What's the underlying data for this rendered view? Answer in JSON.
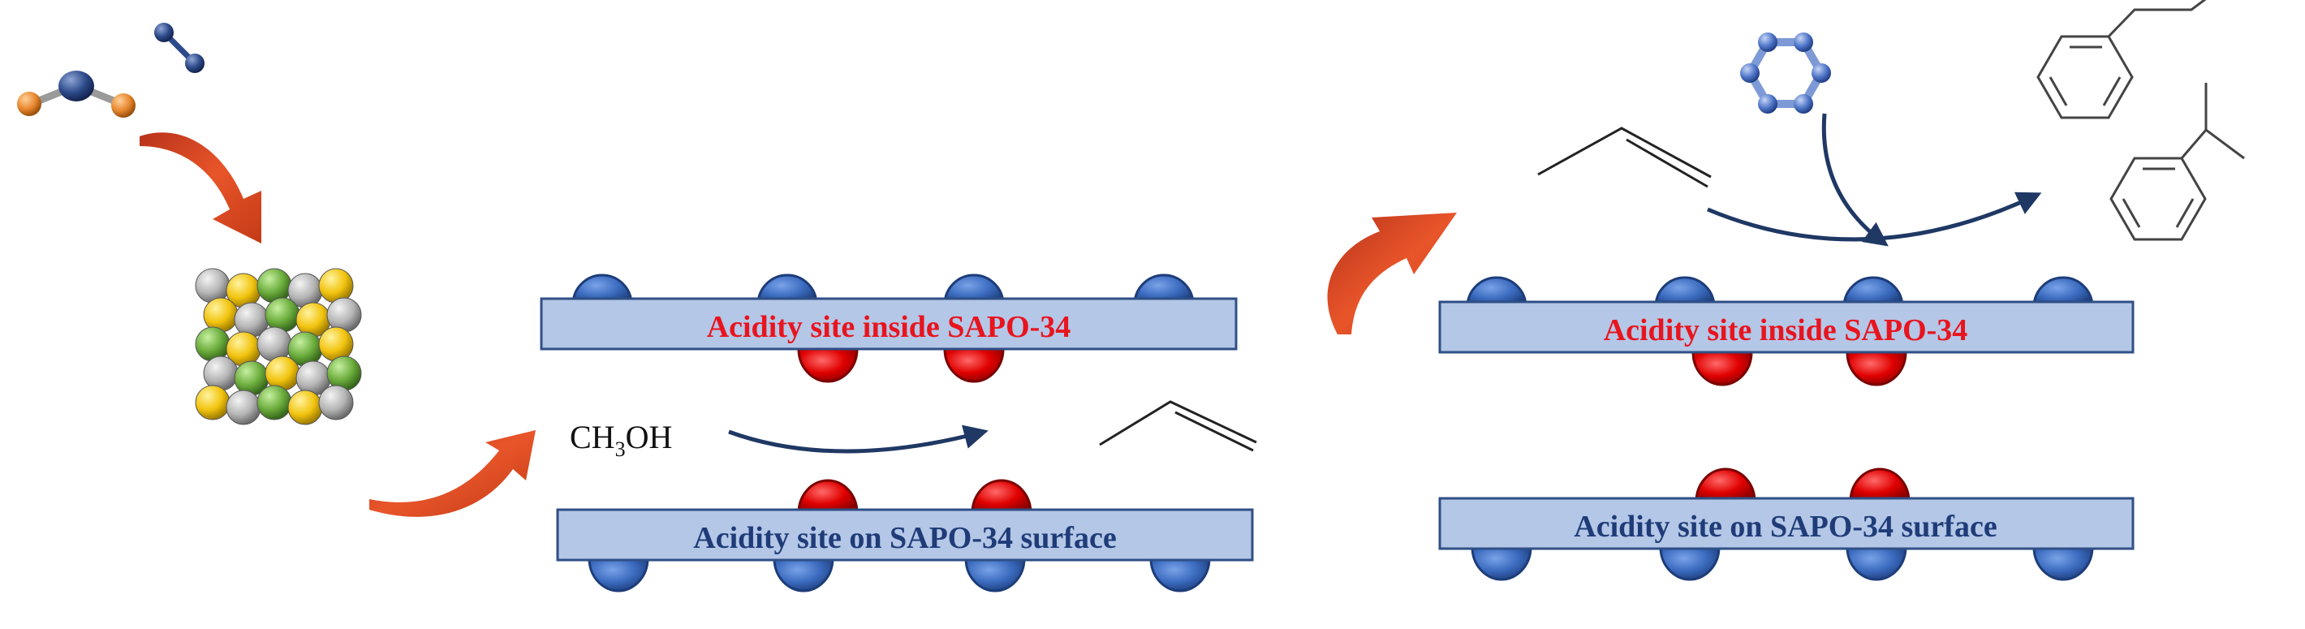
{
  "labels": {
    "inside_left": "Acidity site inside SAPO-34",
    "surface_left": "Acidity site on SAPO-34 surface",
    "inside_right": "Acidity site inside SAPO-34",
    "surface_right": "Acidity site on SAPO-34 surface"
  },
  "reactant": {
    "formula_prefix": "CH",
    "formula_subscript": "3",
    "formula_suffix": "OH"
  },
  "icons": {
    "co2_molecule": "molecule-icon",
    "h2_molecule": "dumbbell-molecule-icon",
    "catalyst": "catalyst-crystal-icon",
    "benzene": "benzene-ball-stick-icon",
    "propylene": "propylene-skeletal-icon",
    "propylbenzene": "propylbenzene-skeletal-icon",
    "cumene": "cumene-skeletal-icon"
  },
  "colors": {
    "label_red": "#e8141e",
    "label_blue": "#1f3c78",
    "bar_fill": "#b4c7e7",
    "bar_stroke": "#2f4f86",
    "site_blue": "#3b6bbf",
    "site_red": "#e00000",
    "arrow_orange": "#d94a1e",
    "arrow_navy": "#1f3864",
    "atom_yellow": "#f2c40f",
    "atom_green": "#6aab3b",
    "atom_gray": "#b5b5b5"
  }
}
